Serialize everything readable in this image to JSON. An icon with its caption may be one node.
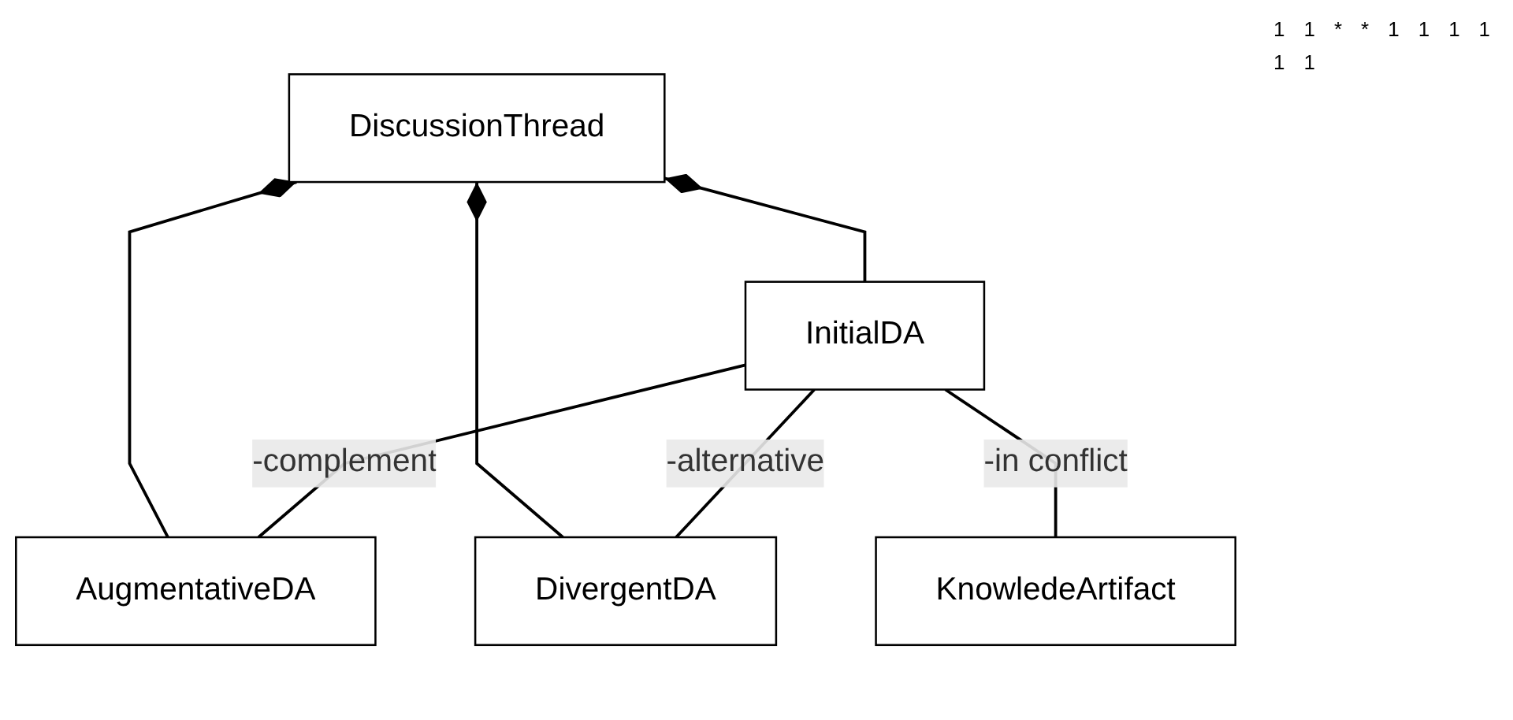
{
  "diagram": {
    "nodes": [
      {
        "text": [
          "DiscussionThread"
        ]
      },
      {
        "text": [
          "InitialDA"
        ]
      },
      {
        "text": [
          "AugmentativeDA"
        ]
      },
      {
        "text": [
          "DivergentDA"
        ]
      },
      {
        "text": [
          "KnowledeArtifact"
        ]
      }
    ],
    "edges": [
      {
        "from": 0,
        "to": 1,
        "arrow": "other"
      },
      {
        "from": 0,
        "to": 2,
        "arrow": "other"
      },
      {
        "from": 0,
        "to": 3,
        "arrow": "other"
      },
      {
        "from": 1,
        "to": 2,
        "arrow": "none",
        "label": "-complement"
      },
      {
        "from": 1,
        "to": 3,
        "arrow": "none",
        "label": "-alternative"
      },
      {
        "from": 1,
        "to": 4,
        "arrow": "none",
        "label": "-in conflict"
      }
    ],
    "labels": [
      "1",
      "1",
      "*",
      "*",
      "1",
      "1",
      "1",
      "1",
      "1",
      "1"
    ]
  }
}
